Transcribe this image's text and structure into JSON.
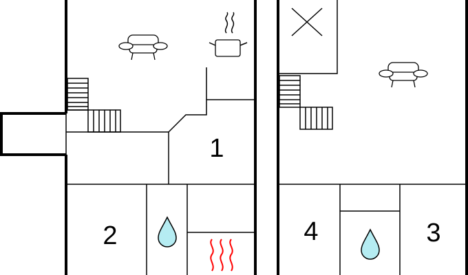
{
  "rooms": [
    {
      "label": "1"
    },
    {
      "label": "2"
    },
    {
      "label": "4"
    },
    {
      "label": "3"
    }
  ],
  "colors": {
    "wall": "#000000",
    "partition": "#888888",
    "water": "#b5ecf2",
    "heater": "#ff0000"
  },
  "icons": [
    "sofa-icon",
    "cooking-pot-icon",
    "stairs-icon",
    "water-drop-icon",
    "heater-icon",
    "void-cross-icon"
  ]
}
